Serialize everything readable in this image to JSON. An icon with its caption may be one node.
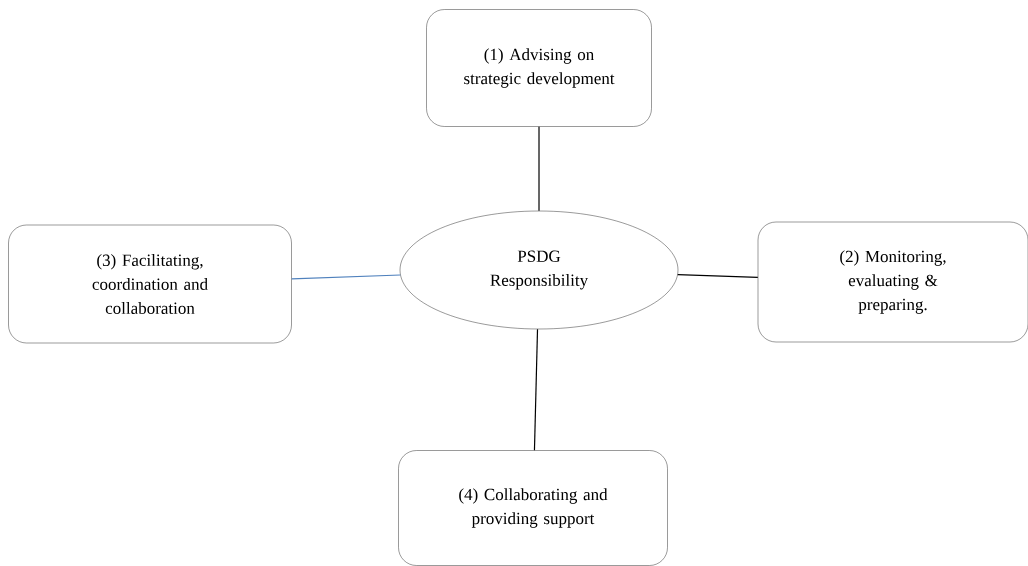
{
  "diagram": {
    "nodes": [
      {
        "text": [
          "(1) Advising on strategic development"
        ]
      },
      {
        "text": [
          "(3) Facilitating, coordination and collaboration"
        ]
      },
      {
        "text": [
          "PSDG Responsibility"
        ]
      },
      {
        "text": [
          "(2) Monitoring, evaluating & preparing."
        ]
      },
      {
        "text": [
          "(4) Collaborating and providing support"
        ]
      }
    ],
    "edges": [
      {
        "from": 2,
        "to": 0,
        "arrow": "none"
      },
      {
        "from": 2,
        "to": 3,
        "arrow": "none"
      },
      {
        "from": 2,
        "to": 1,
        "arrow": "none",
        "color": "#4f81bd"
      },
      {
        "from": 2,
        "to": 4,
        "arrow": "none"
      }
    ]
  }
}
